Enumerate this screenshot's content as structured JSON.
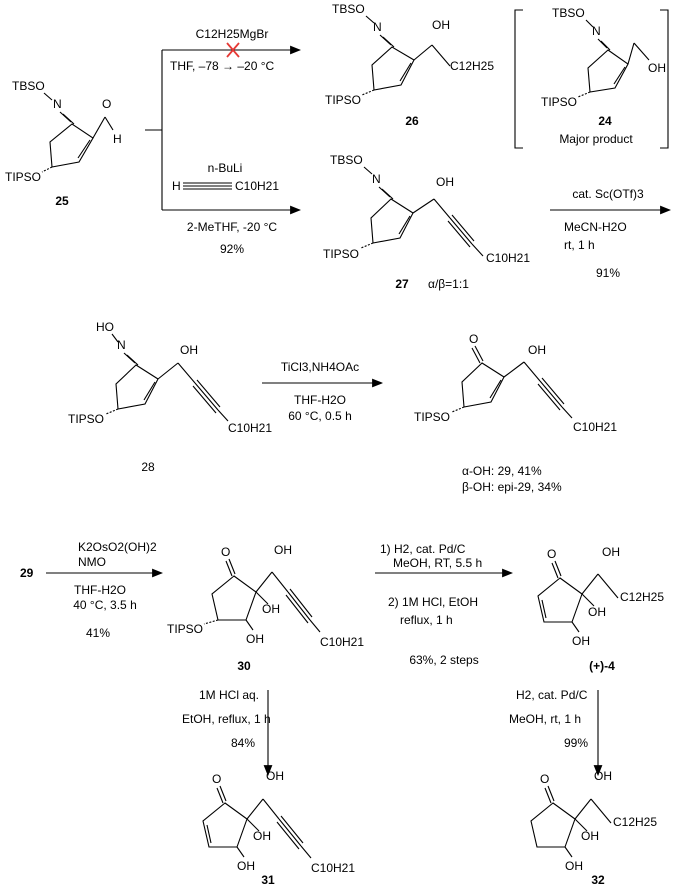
{
  "groups": {
    "tbso": "TBSO",
    "hon": "HO",
    "tipso": "TIPSO",
    "oh": "OH",
    "o": "O",
    "n": "N",
    "h": "H",
    "c12h25": "C12H25",
    "c10h21": "C10H21"
  },
  "compounds": {
    "c25": "25",
    "c26": "26",
    "c24": "24",
    "c24_note": "Major product",
    "c27": "27",
    "c27_ratio": "α/β=1:1",
    "c28": "28",
    "c29_alpha": "α-OH: 29, 41%",
    "c29_beta": "β-OH: epi-29, 34%",
    "c29_start": "29",
    "c30": "30",
    "c4": "(+)-4",
    "c31": "31",
    "c32": "32"
  },
  "conditions": {
    "r1_reagent": "C12H25MgBr",
    "r1_cond": "THF, –78 → –20 °C",
    "r2_reagent": "n-BuLi",
    "r2_alkyne_h": "H",
    "r2_alkyne_r": "C10H21",
    "r2_cond": "2-MeTHF, -20 °C",
    "r2_yield": "92%",
    "r3_reagent": "cat. Sc(OTf)3",
    "r3_cond1": "MeCN-H2O",
    "r3_cond2": "rt, 1 h",
    "r3_yield": "91%",
    "r4_reagent": "TiCl3,NH4OAc",
    "r4_cond1": "THF-H2O",
    "r4_cond2": "60 °C, 0.5 h",
    "r5_reagent1": "K2OsO2(OH)2",
    "r5_reagent2": "NMO",
    "r5_cond1": "THF-H2O",
    "r5_cond2": "40 °C, 3.5 h",
    "r5_yield": "41%",
    "r6_step1a": "1) H2, cat. Pd/C",
    "r6_step1b": "MeOH, RT, 5.5 h",
    "r6_step2a": "2) 1M HCl, EtOH",
    "r6_step2b": "reflux, 1 h",
    "r6_yield": "63%, 2 steps",
    "r7_cond1": "1M HCl aq.",
    "r7_cond2": "EtOH, reflux, 1 h",
    "r7_yield": "84%",
    "r8_cond1": "H2, cat. Pd/C",
    "r8_cond2": "MeOH, rt, 1 h",
    "r8_yield": "99%"
  }
}
